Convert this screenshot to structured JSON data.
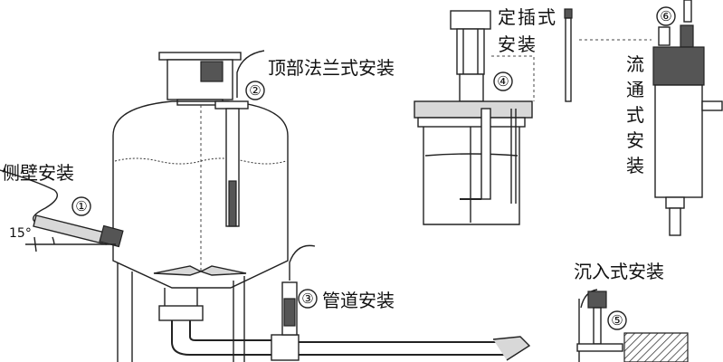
{
  "labels": {
    "side_wall": "侧壁安装",
    "top_flange": "顶部法兰式安装",
    "insertion": [
      "定",
      "插",
      "式",
      "安",
      "装"
    ],
    "flow_through": [
      "流",
      "通",
      "式",
      "安",
      "装"
    ],
    "pipeline": "管道安装",
    "immersion": "沉入式安装",
    "angle": "15°"
  },
  "markers": [
    "①",
    "②",
    "③",
    "④",
    "⑤",
    "⑥"
  ]
}
